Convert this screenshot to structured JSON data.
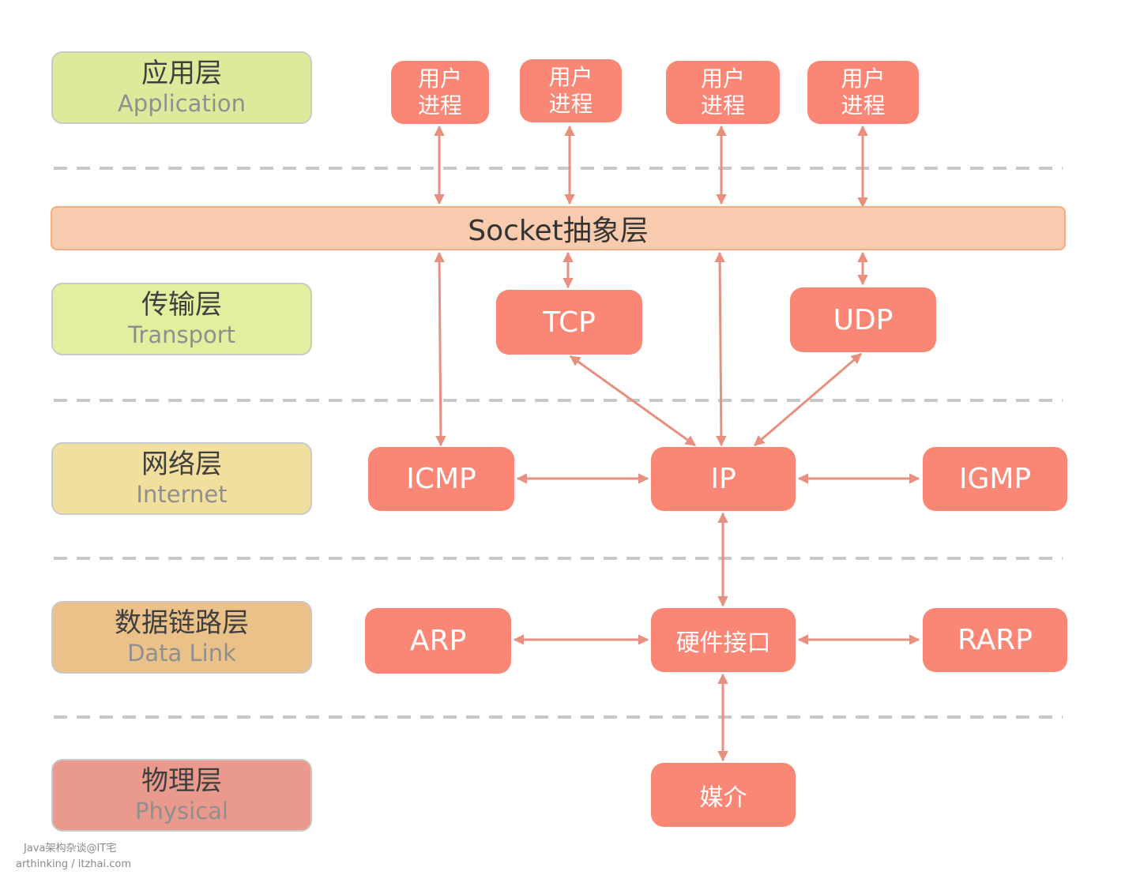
{
  "layers": [
    {
      "zh": "应用层",
      "en": "Application",
      "color": "#dceb9b"
    },
    {
      "zh": "传输层",
      "en": "Transport",
      "color": "#e3ef9e"
    },
    {
      "zh": "网络层",
      "en": "Internet",
      "color": "#f1df9d"
    },
    {
      "zh": "数据链路层",
      "en": "Data Link",
      "color": "#ebc18a"
    },
    {
      "zh": "物理层",
      "en": "Physical",
      "color": "#ea9a8c"
    }
  ],
  "processes": [
    "用户\n进程",
    "用户\n进程",
    "用户\n进程",
    "用户\n进程"
  ],
  "socket_label": "Socket抽象层",
  "transport": {
    "tcp": "TCP",
    "udp": "UDP"
  },
  "internet": {
    "icmp": "ICMP",
    "ip": "IP",
    "igmp": "IGMP"
  },
  "datalink": {
    "arp": "ARP",
    "hw": "硬件接口",
    "rarp": "RARP"
  },
  "physical": {
    "media": "媒介"
  },
  "watermark": {
    "line1": "Java架构杂谈@IT宅",
    "line2": "arthinking / itzhai.com"
  },
  "colors": {
    "node": "#fa8775",
    "arrow": "#e8907f",
    "dash": "#c8c8c8"
  }
}
